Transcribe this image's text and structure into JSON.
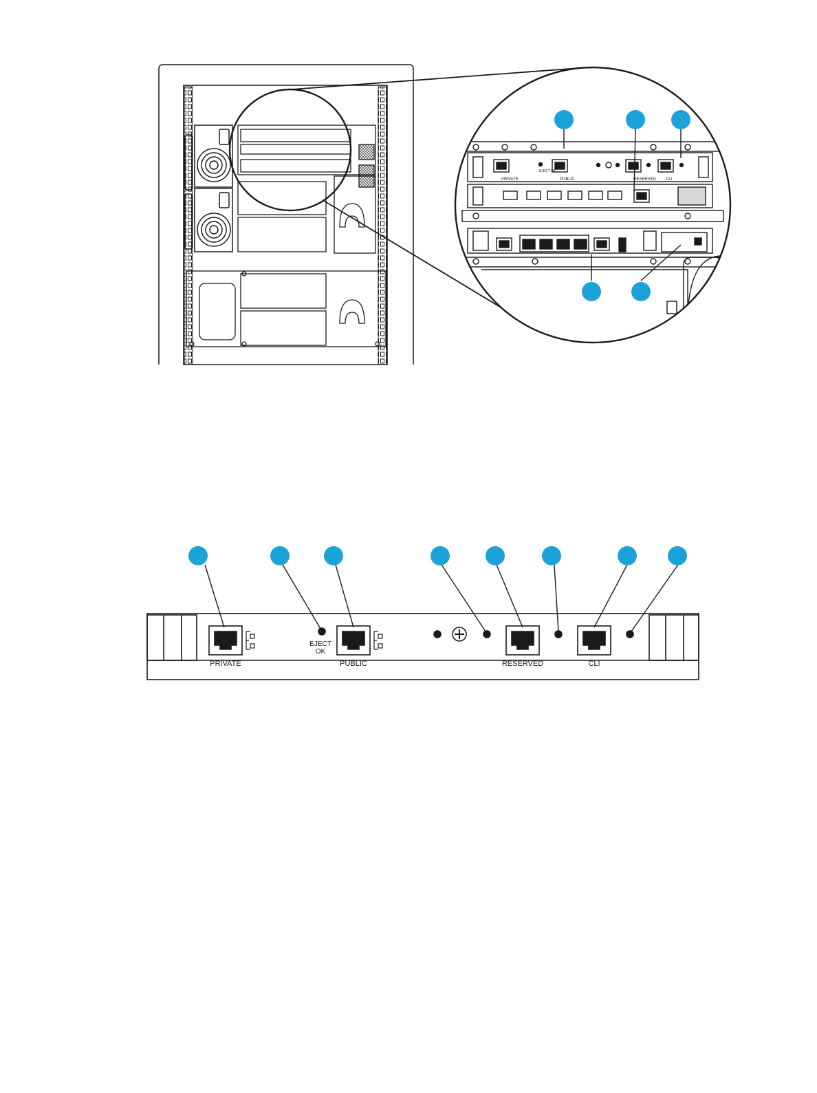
{
  "colors": {
    "callout": "#1ba3d9",
    "line": "#1a1a1a",
    "panel_fill": "#ffffff",
    "shade": "#cfcfcf"
  },
  "zoom": {
    "labels": {
      "private": "PRIVATE",
      "eject_ok": "EJECT OK",
      "public": "PUBLIC",
      "reserved": "RESERVED",
      "cli": "CLI"
    }
  },
  "panel": {
    "labels": {
      "private": "PRIVATE",
      "eject": "EJECT",
      "ok": "OK",
      "public": "PUBLIC",
      "reserved": "RESERVED",
      "cli": "CLI"
    }
  },
  "icons": [
    "rj45-port-icon",
    "link-status-led-icon",
    "screw-icon",
    "fan-icon",
    "power-inlet-icon",
    "callout-marker-icon"
  ]
}
